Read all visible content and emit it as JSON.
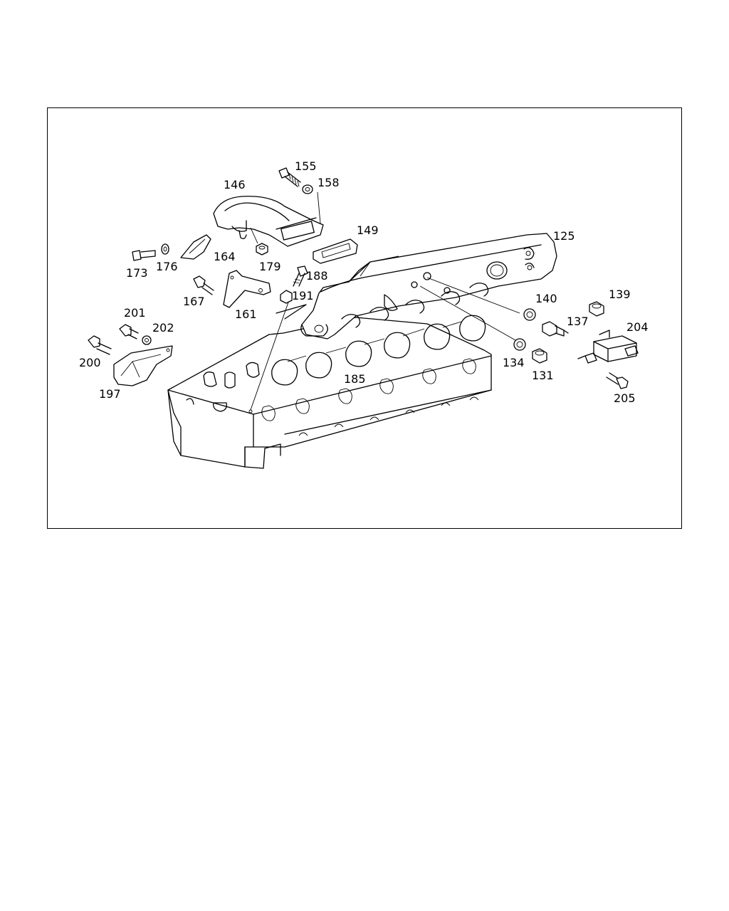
{
  "diagram": {
    "callouts": [
      {
        "id": "p155",
        "text": "155"
      },
      {
        "id": "p158",
        "text": "158"
      },
      {
        "id": "p146",
        "text": "146"
      },
      {
        "id": "p149",
        "text": "149"
      },
      {
        "id": "p125",
        "text": "125"
      },
      {
        "id": "p164",
        "text": "164"
      },
      {
        "id": "p179",
        "text": "179"
      },
      {
        "id": "p173",
        "text": "173"
      },
      {
        "id": "p176",
        "text": "176"
      },
      {
        "id": "p188",
        "text": "188"
      },
      {
        "id": "p191",
        "text": "191"
      },
      {
        "id": "p167",
        "text": "167"
      },
      {
        "id": "p161",
        "text": "161"
      },
      {
        "id": "p140",
        "text": "140"
      },
      {
        "id": "p139",
        "text": "139"
      },
      {
        "id": "p137",
        "text": "137"
      },
      {
        "id": "p204",
        "text": "204"
      },
      {
        "id": "p201",
        "text": "201"
      },
      {
        "id": "p202",
        "text": "202"
      },
      {
        "id": "p200",
        "text": "200"
      },
      {
        "id": "p197",
        "text": "197"
      },
      {
        "id": "p185",
        "text": "185"
      },
      {
        "id": "p134",
        "text": "134"
      },
      {
        "id": "p131",
        "text": "131"
      },
      {
        "id": "p205",
        "text": "205"
      }
    ]
  }
}
